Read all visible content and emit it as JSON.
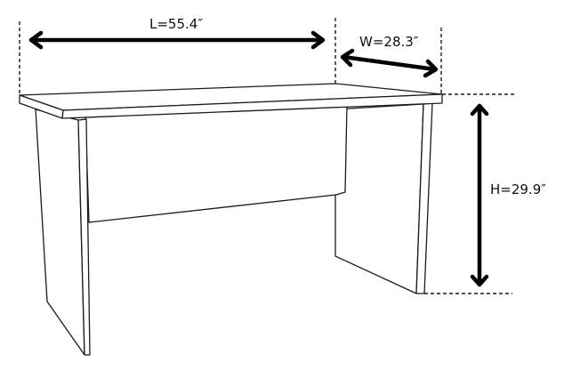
{
  "diagram": {
    "subject": "Desk dimensions",
    "colors": {
      "line": "#1a1a1a",
      "arrow": "#000000",
      "background": "#ffffff"
    },
    "dimensions": {
      "length": {
        "label": "L=55.4″",
        "value": 55.4,
        "unit": "in"
      },
      "width": {
        "label": "W=28.3″",
        "value": 28.3,
        "unit": "in"
      },
      "height": {
        "label": "H=29.9″",
        "value": 29.9,
        "unit": "in"
      }
    }
  }
}
